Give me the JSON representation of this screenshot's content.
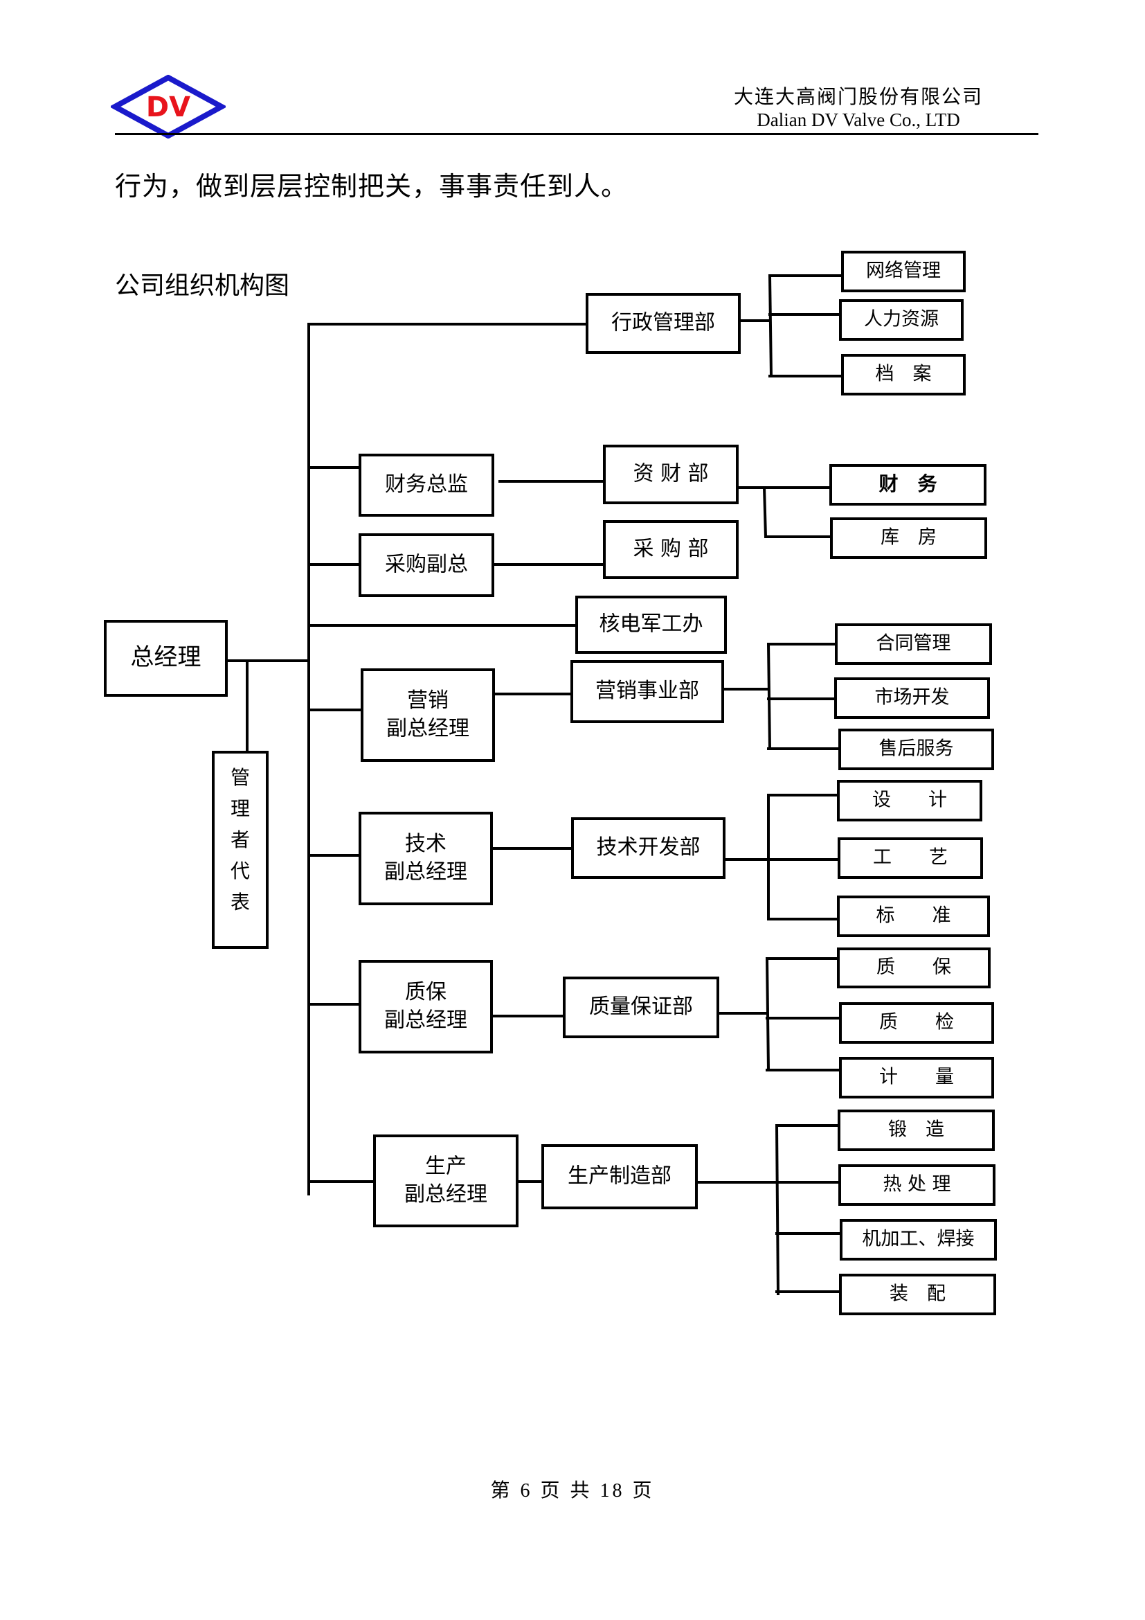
{
  "header": {
    "logo": {
      "text": "DV",
      "text_color": "#e8141c",
      "border_color": "#1a1acb",
      "icon": "dv-diamond-logo-icon"
    },
    "company_cn": "大连大高阀门股份有限公司",
    "company_en": "Dalian DV Valve Co., LTD"
  },
  "body": {
    "intro_line": "行为，做到层层控制把关，事事责任到人。",
    "chart_title": "公司组织机构图"
  },
  "org_chart": {
    "root": {
      "id": "gm",
      "label": "总经理"
    },
    "representative": {
      "id": "mgmt_rep",
      "label": "管理者代表"
    },
    "vice_level": [
      {
        "id": "cfo",
        "label": "财务总监"
      },
      {
        "id": "vp_purchase",
        "label": "采购副总"
      },
      {
        "id": "vp_sales",
        "label": "营销副总经理",
        "lines": [
          "营销",
          "副总经理"
        ]
      },
      {
        "id": "vp_tech",
        "label": "技术副总经理",
        "lines": [
          "技术",
          "副总经理"
        ]
      },
      {
        "id": "vp_quality",
        "label": "质保副总经理",
        "lines": [
          "质保",
          "副总经理"
        ]
      },
      {
        "id": "vp_production",
        "label": "生产副总经理",
        "lines": [
          "生产",
          "副总经理"
        ]
      }
    ],
    "departments": [
      {
        "id": "admin",
        "label": "行政管理部",
        "parent": "gm",
        "children": [
          "网络管理",
          "人力资源",
          "档　案"
        ]
      },
      {
        "id": "finance_dept",
        "label": "资 财 部",
        "parent": "cfo",
        "children": [
          "财　务",
          "库　房"
        ],
        "bold_children": [
          0
        ]
      },
      {
        "id": "purchase_dept",
        "label": "采 购 部",
        "parent": "vp_purchase",
        "children": []
      },
      {
        "id": "nuclear_office",
        "label": "核电军工办",
        "parent": "gm",
        "children": []
      },
      {
        "id": "sales_dept",
        "label": "营销事业部",
        "parent": "vp_sales",
        "children": [
          "合同管理",
          "市场开发",
          "售后服务"
        ]
      },
      {
        "id": "tech_dept",
        "label": "技术开发部",
        "parent": "vp_tech",
        "children": [
          "设　　计",
          "工　　艺",
          "标　　准"
        ]
      },
      {
        "id": "qa_dept",
        "label": "质量保证部",
        "parent": "vp_quality",
        "children": [
          "质　　保",
          "质　　检",
          "计　　量"
        ]
      },
      {
        "id": "prod_dept",
        "label": "生产制造部",
        "parent": "vp_production",
        "children": [
          "锻　造",
          "热 处 理",
          "机加工、焊接",
          "装　配"
        ]
      }
    ]
  },
  "footer": {
    "page_text": "第 6 页 共 18 页",
    "current_page": 6,
    "total_pages": 18
  }
}
